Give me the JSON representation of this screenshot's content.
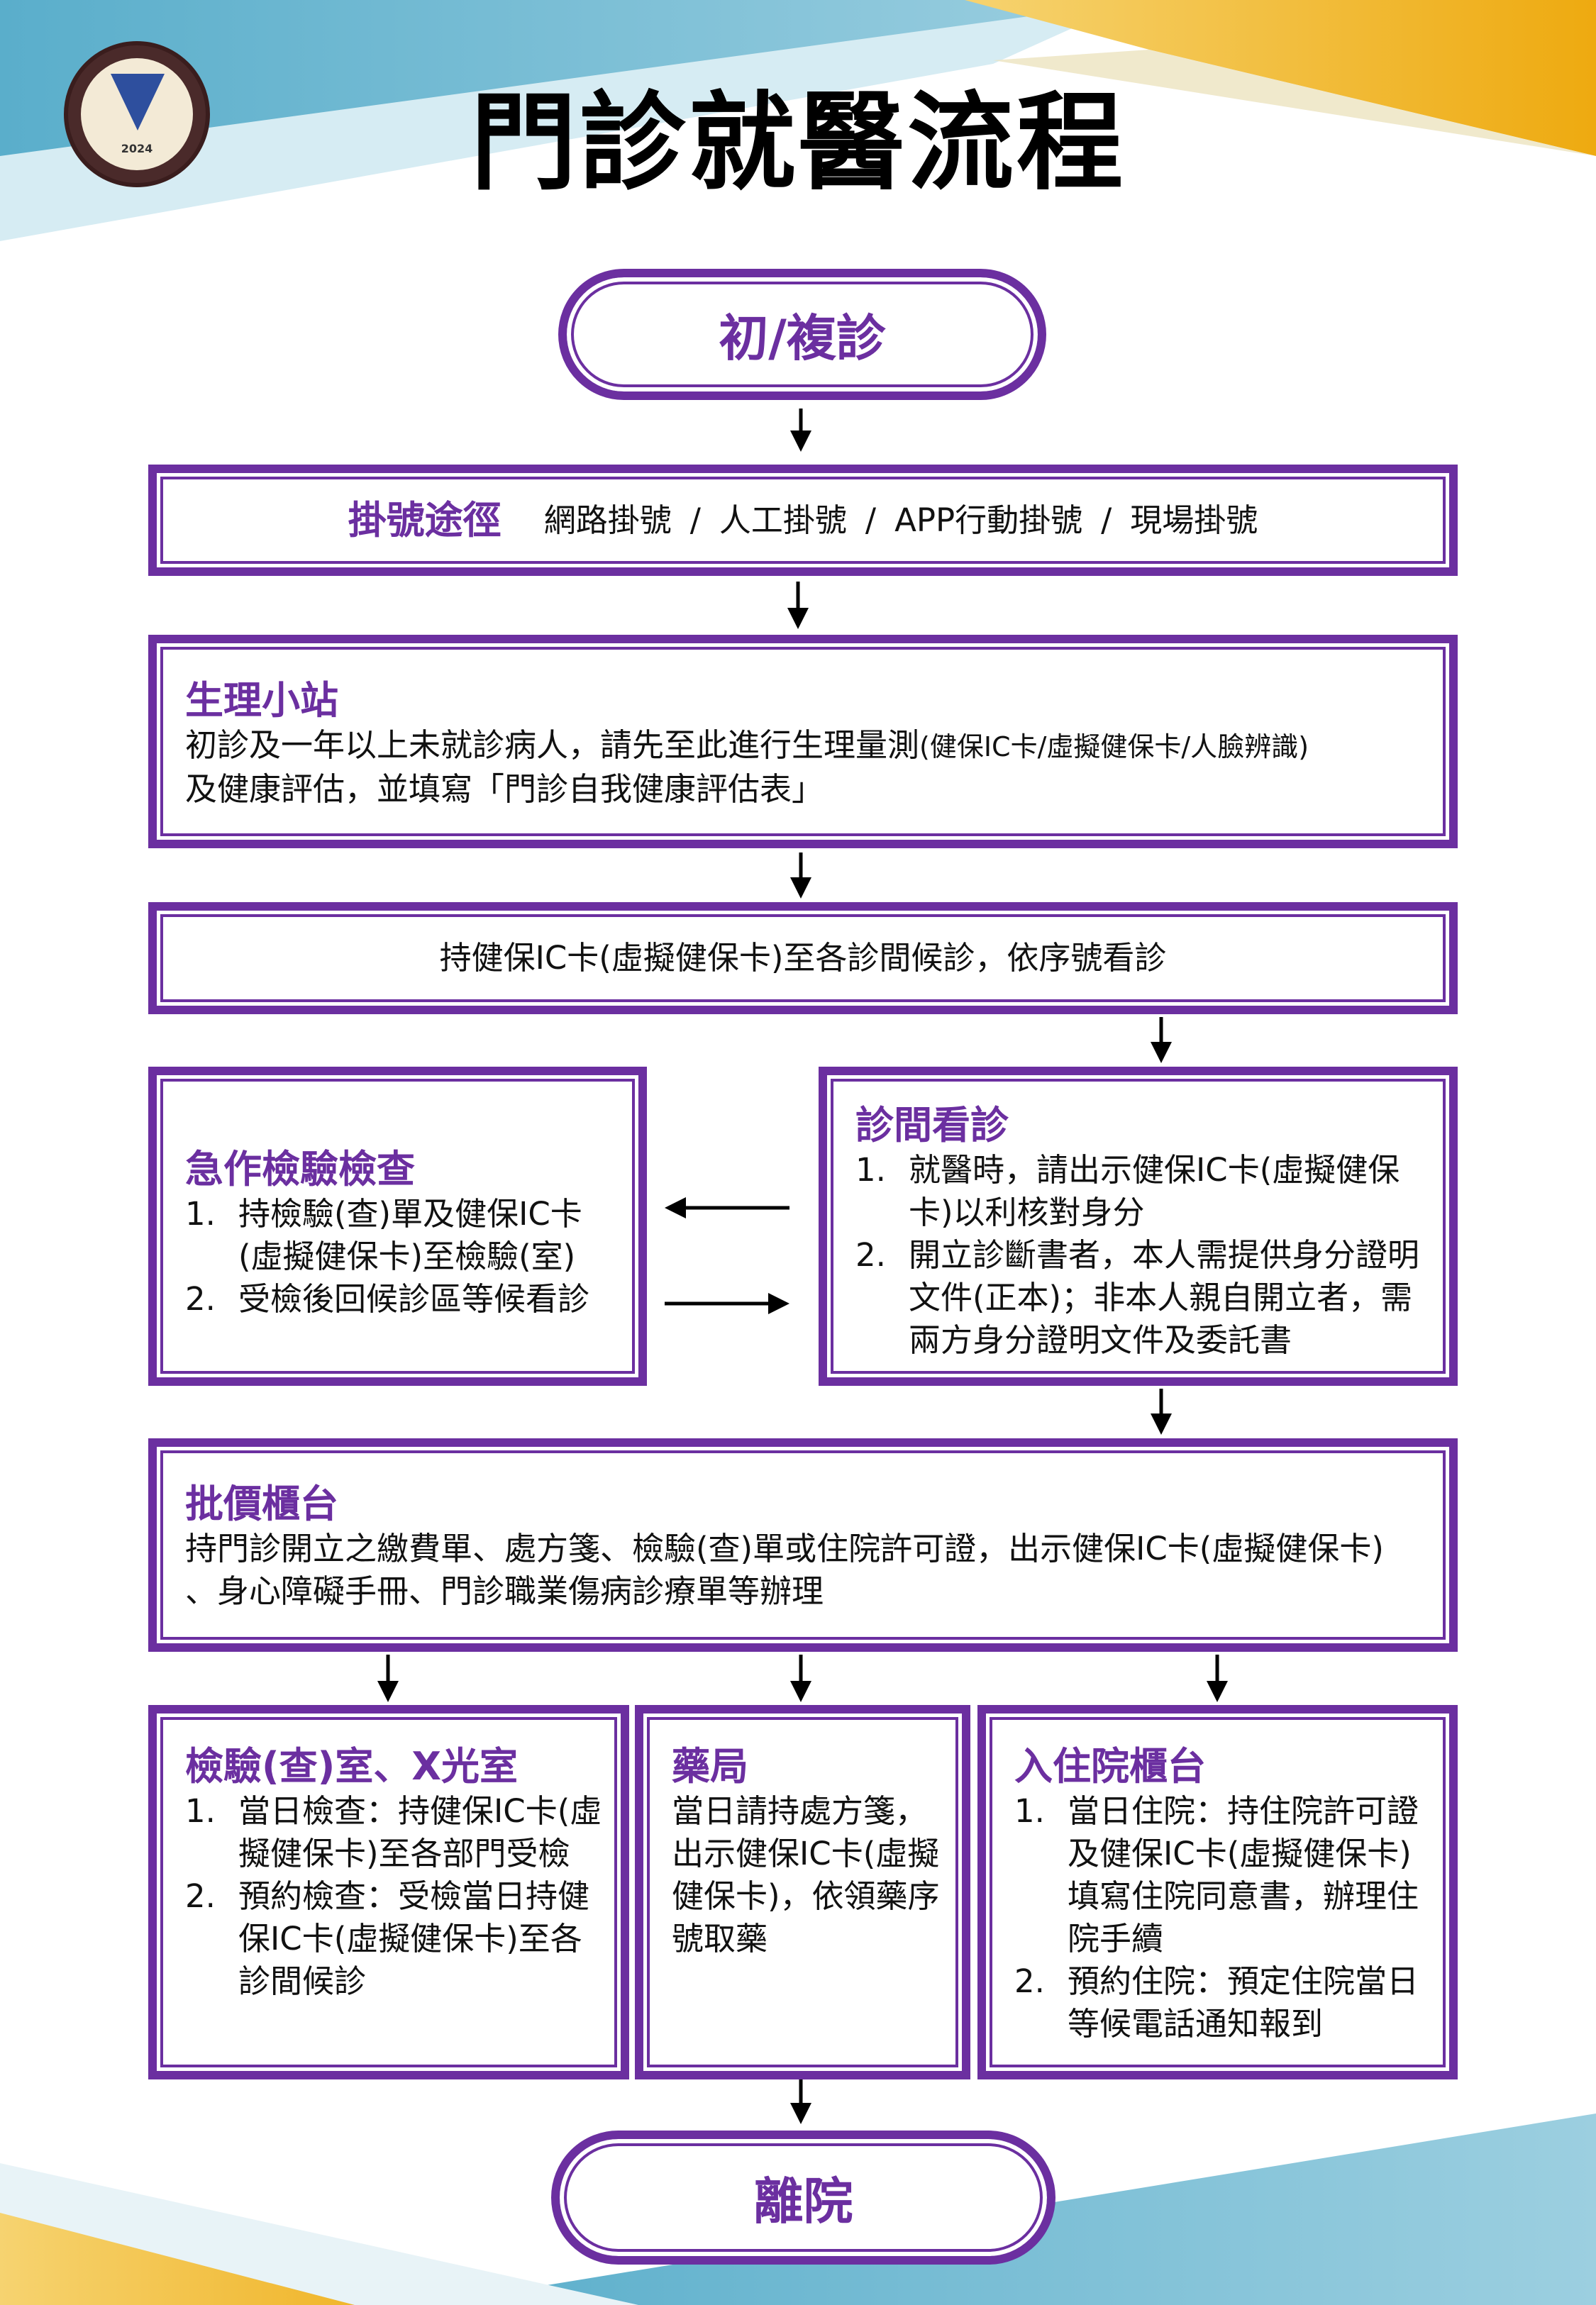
{
  "header": {
    "title": "門診就醫流程",
    "logo_year": "2024"
  },
  "start": {
    "label": "初/複診"
  },
  "registration": {
    "heading": "掛號途徑",
    "methods": [
      "網路掛號",
      "人工掛號",
      "APP行動掛號",
      "現場掛號"
    ],
    "separator": "/"
  },
  "vitals": {
    "heading": "生理小站",
    "line1": "初診及一年以上未就診病人，請先至此進行生理量測",
    "line1_note": "(健保IC卡/虛擬健保卡/人臉辨識)",
    "line2": "及健康評估，並填寫「門診自我健康評估表」"
  },
  "waiting": {
    "text": "持健保IC卡(虛擬健保卡)至各診間候診，依序號看診"
  },
  "urgent_test": {
    "heading": "急作檢驗檢查",
    "items": [
      {
        "n": "1.",
        "text": "持檢驗(查)單及健保IC卡(虛擬健保卡)至檢驗(室)"
      },
      {
        "n": "2.",
        "text": "受檢後回候診區等候看診"
      }
    ]
  },
  "consult": {
    "heading": "診間看診",
    "items": [
      {
        "n": "1.",
        "text": "就醫時，請出示健保IC卡(虛擬健保卡)以利核對身分"
      },
      {
        "n": "2.",
        "text": "開立診斷書者，本人需提供身分證明文件(正本)；非本人親自開立者，需兩方身分證明文件及委託書"
      }
    ]
  },
  "billing": {
    "heading": "批價櫃台",
    "text": "持門診開立之繳費單、處方箋、檢驗(查)單或住院許可證，出示健保IC卡(虛擬健保卡) 、身心障礙手冊、門診職業傷病診療單等辦理"
  },
  "lab": {
    "heading": "檢驗(查)室、X光室",
    "items": [
      {
        "n": "1.",
        "text": "當日檢查：持健保IC卡(虛擬健保卡)至各部門受檢"
      },
      {
        "n": "2.",
        "text": "預約檢查：受檢當日持健保IC卡(虛擬健保卡)至各診間候診"
      }
    ]
  },
  "pharmacy": {
    "heading": "藥局",
    "text": "當日請持處方箋，出示健保IC卡(虛擬健保卡)，依領藥序號取藥"
  },
  "admission": {
    "heading": "入住院櫃台",
    "items": [
      {
        "n": "1.",
        "text": "當日住院：持住院許可證及健保IC卡(虛擬健保卡)填寫住院同意書，辦理住院手續"
      },
      {
        "n": "2.",
        "text": "預約住院：預定住院當日等候電話通知報到"
      }
    ]
  },
  "end": {
    "label": "離院"
  },
  "colors": {
    "accent": "#6b2fa0",
    "blue": "#5fb0cc",
    "yellow": "#f0b020"
  }
}
